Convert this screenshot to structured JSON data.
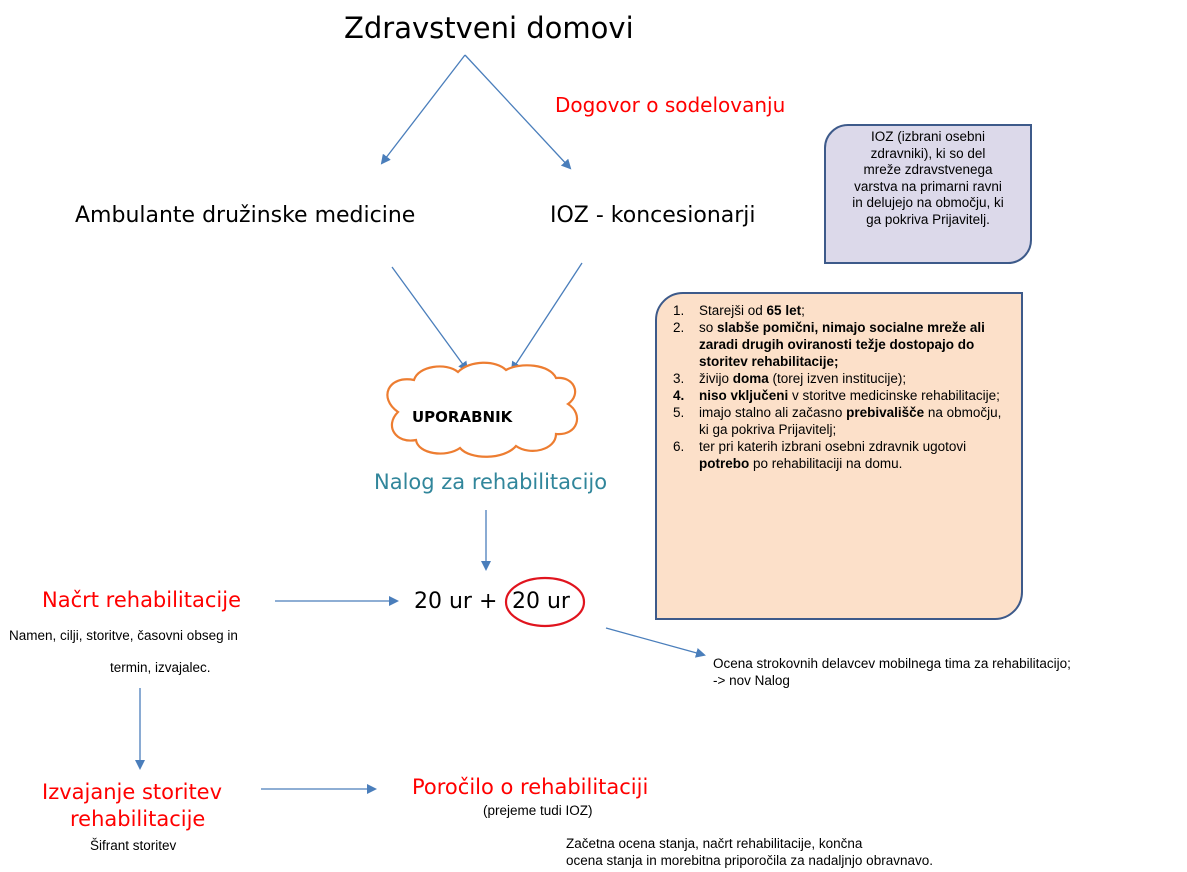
{
  "title": "Zdravstveni domovi",
  "agreement": "Dogovor o sodelovanju",
  "left_branch": "Ambulante družinske medicine",
  "right_branch": "IOZ - koncesionarji",
  "ioz_box": [
    "IOZ (izbrani osebni",
    "zdravniki), ki so del",
    "mreže zdravstvenega",
    "varstva na primarni ravni",
    "in delujejo na območju, ki",
    "ga pokriva Prijavitelj."
  ],
  "user_label": "UPORABNIK",
  "referral": "Nalog za rehabilitacijo",
  "criteria": {
    "item1": {
      "num": "1.",
      "a": "Starejši od ",
      "b": "65 let",
      "c": ";"
    },
    "item2": {
      "num": "2.",
      "a": "so ",
      "b": "slabše pomični, nimajo socialne mreže ali zaradi drugih oviranosti težje dostopajo do storitev rehabilitacije;"
    },
    "item3": {
      "num": "3.",
      "a": "živijo ",
      "b": "doma",
      "c": " (torej izven institucije);"
    },
    "item4": {
      "num": "4.",
      "b": "niso vključeni",
      "c": " v storitve medicinske rehabilitacije;"
    },
    "item5": {
      "num": "5.",
      "a": "imajo stalno ali začasno ",
      "b": "prebivališče",
      "c": " na območju, ki ga pokriva Prijavitelj;"
    },
    "item6": {
      "num": "6.",
      "a": "ter pri katerih izbrani osebni zdravnik ugotovi ",
      "b": "potrebo",
      "c": " po rehabilitaciji na domu."
    }
  },
  "plan_title": "Načrt rehabilitacije",
  "plan_desc_1": "Namen, cilji, storitve, časovni obseg in",
  "plan_desc_2": "termin, izvajalec.",
  "hours_a": "20 ur +",
  "hours_b": "20 ur",
  "evaluation_1": "Ocena strokovnih delavcev mobilnega tima za rehabilitacijo;",
  "evaluation_2": "-> nov Nalog",
  "execution_1": "Izvajanje storitev",
  "execution_2": "rehabilitacije",
  "codes": "Šifrant storitev",
  "report_title": "Poročilo o  rehabilitaciji",
  "report_sub": "(prejeme tudi IOZ)",
  "report_desc_1": "Začetna ocena stanja, načrt rehabilitacije, končna",
  "report_desc_2": "ocena stanja in morebitna priporočila za nadaljnjo obravnavo.",
  "colors": {
    "red": "#ff0000",
    "teal": "#31869b",
    "arrow": "#4a7ebb",
    "ioz_fill": "#dcd9ea",
    "crit_fill": "#fce0c9",
    "cloud": "#ed7d31",
    "ellipse": "#e0141e"
  }
}
